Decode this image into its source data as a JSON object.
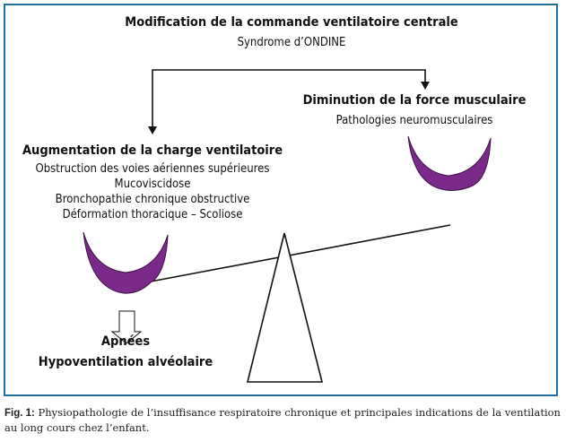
{
  "top": {
    "title": "Modification de la commande ventilatoire centrale",
    "subtitle": "Syndrome d’ONDINE"
  },
  "right": {
    "title": "Diminution de la force musculaire",
    "subtitle": "Pathologies neuromusculaires"
  },
  "left": {
    "title": "Augmentation de la charge ventilatoire",
    "items": [
      "Obstruction des voies aériennes supérieures",
      "Mucoviscidose",
      "Bronchopathie chronique obstructive",
      "Déformation thoracique – Scoliose"
    ]
  },
  "outcome": {
    "lines": [
      "Apnées",
      "Hypoventilation alvéolaire"
    ]
  },
  "caption": {
    "label": "Fig. 1:",
    "text": " Physiopathologie de l’insuffisance respiratoire chronique et principales indications de la ventilation au long cours chez l’enfant."
  },
  "colors": {
    "border": "#1f6fa0",
    "bowl": "#7b2a8c"
  }
}
